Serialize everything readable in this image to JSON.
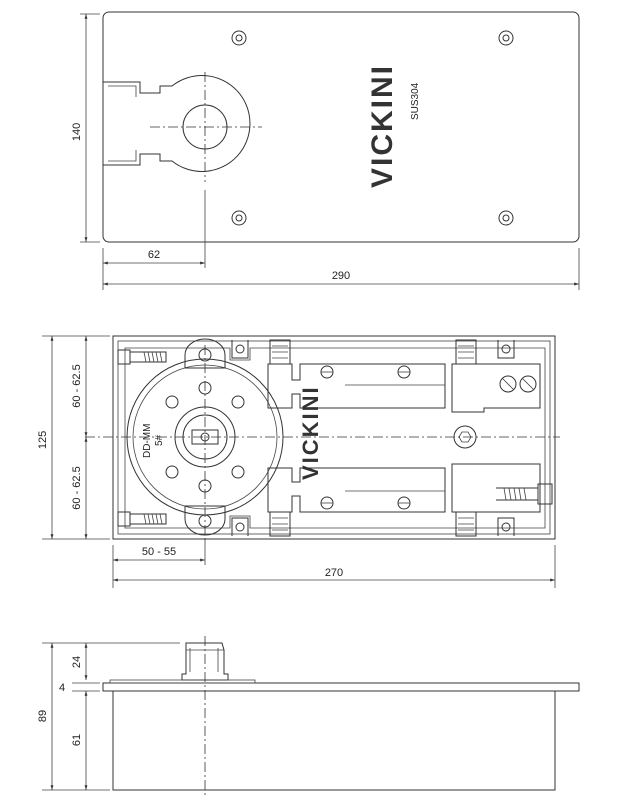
{
  "top_view": {
    "dim_height": "140",
    "dim_offset": "62",
    "dim_length": "290",
    "brand_main": "VICKINI",
    "brand_sub": "SUS304"
  },
  "middle_view": {
    "dim_height": "125",
    "dim_upper": "60 - 62.5",
    "dim_lower": "60 - 62.5",
    "dim_offset": "50 - 55",
    "dim_length": "270",
    "model_label": "DD-MM",
    "model_number": "5#",
    "brand_main": "VICKINI"
  },
  "bottom_view": {
    "dim_total": "89",
    "dim_spindle": "24",
    "dim_plate": "4",
    "dim_body": "61"
  }
}
